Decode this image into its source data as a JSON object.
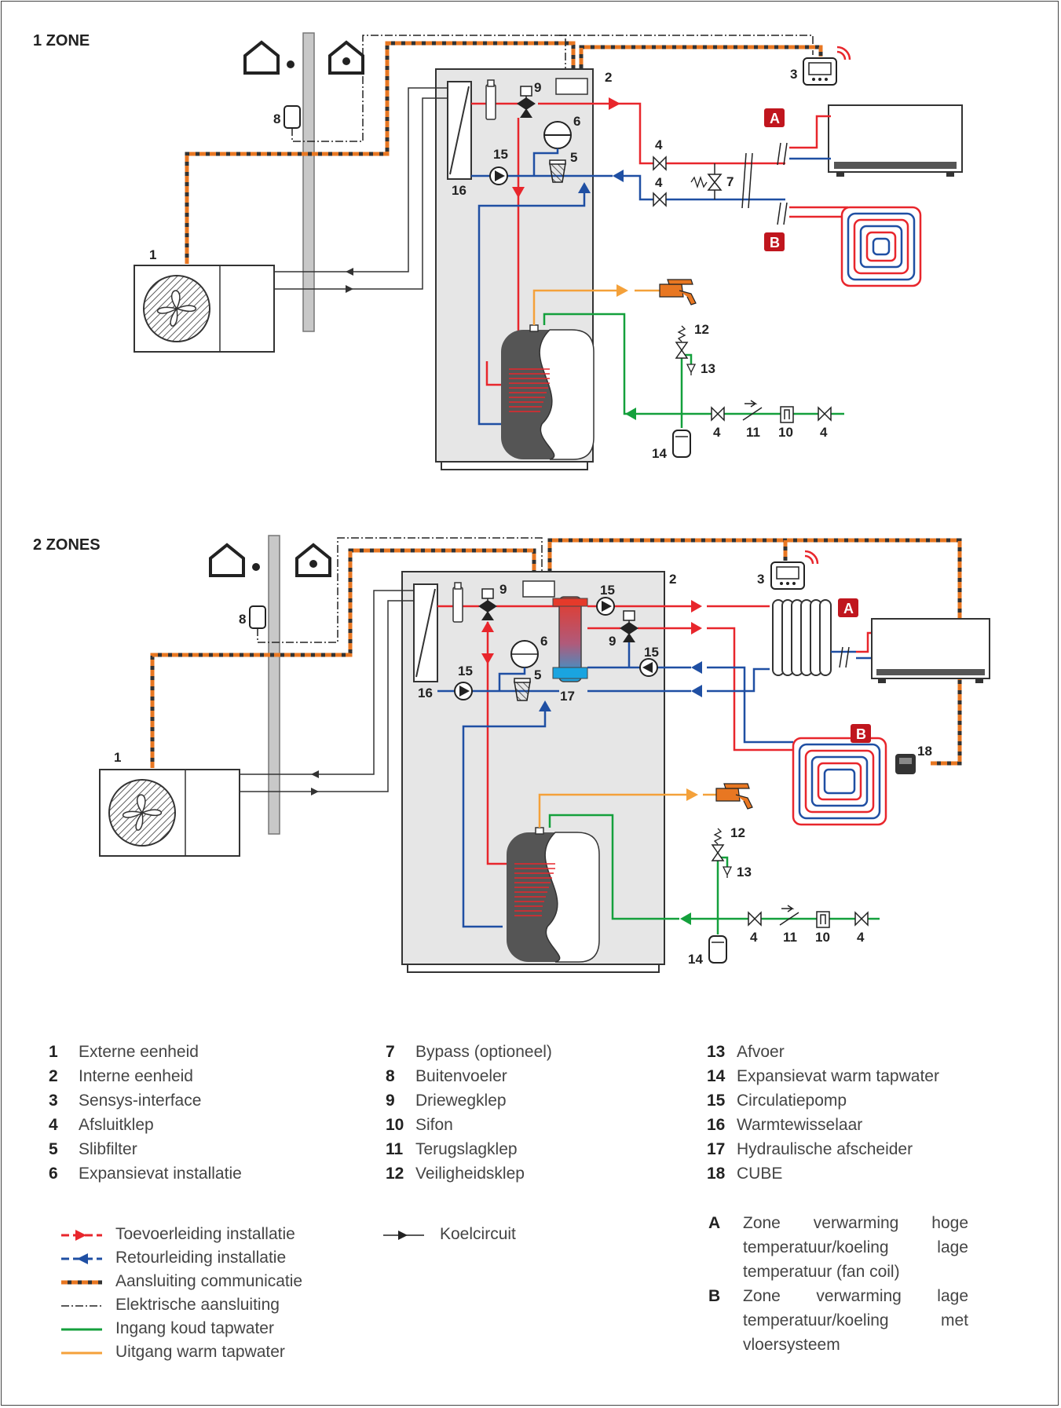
{
  "zones": {
    "zone1_title": "1 ZONE",
    "zone2_title": "2 ZONES"
  },
  "numbers": [
    "1",
    "2",
    "3",
    "4",
    "5",
    "6",
    "7",
    "8",
    "9",
    "10",
    "11",
    "12",
    "13",
    "14",
    "15",
    "16",
    "17",
    "18"
  ],
  "badges": {
    "a": "A",
    "b": "B"
  },
  "legend_items": [
    {
      "num": "1",
      "label": "Externe eenheid"
    },
    {
      "num": "2",
      "label": "Interne eenheid"
    },
    {
      "num": "3",
      "label": "Sensys-interface"
    },
    {
      "num": "4",
      "label": "Afsluitklep"
    },
    {
      "num": "5",
      "label": "Slibfilter"
    },
    {
      "num": "6",
      "label": "Expansievat installatie"
    },
    {
      "num": "7",
      "label": "Bypass (optioneel)"
    },
    {
      "num": "8",
      "label": "Buitenvoeler"
    },
    {
      "num": "9",
      "label": "Driewegklep"
    },
    {
      "num": "10",
      "label": "Sifon"
    },
    {
      "num": "11",
      "label": "Terugslagklep"
    },
    {
      "num": "12",
      "label": "Veiligheidsklep"
    },
    {
      "num": "13",
      "label": "Afvoer"
    },
    {
      "num": "14",
      "label": "Expansievat warm tapwater"
    },
    {
      "num": "15",
      "label": "Circulatiepomp"
    },
    {
      "num": "16",
      "label": "Warmtewisselaar"
    },
    {
      "num": "17",
      "label": "Hydraulische afscheider"
    },
    {
      "num": "18",
      "label": "CUBE"
    }
  ],
  "line_legend": [
    {
      "label": "Toevoerleiding installatie",
      "color": "#e8262c"
    },
    {
      "label": "Retourleiding installatie",
      "color": "#1f4fa3"
    },
    {
      "label": "Aansluiting communicatie",
      "color": "#e87722"
    },
    {
      "label": "Elektrische aansluiting",
      "color": "#222222"
    },
    {
      "label": "Ingang koud tapwater",
      "color": "#14a03c"
    },
    {
      "label": "Uitgang warm tapwater",
      "color": "#f4a13a"
    }
  ],
  "cooling_legend": "Koelcircuit",
  "zone_legend": [
    {
      "key": "A",
      "label": "Zone verwarming hoge temperatuur/koeling lage temperatuur (fan coil)"
    },
    {
      "key": "B",
      "label": "Zone verwarming lage temperatuur/koeling met vloersysteem"
    }
  ],
  "colors": {
    "supply": "#e8262c",
    "return": "#1f4fa3",
    "comm": "#e87722",
    "cold_water": "#14a03c",
    "hot_water": "#f4a13a",
    "badge": "#c0161e",
    "unit_fill": "#e6e6e6"
  }
}
